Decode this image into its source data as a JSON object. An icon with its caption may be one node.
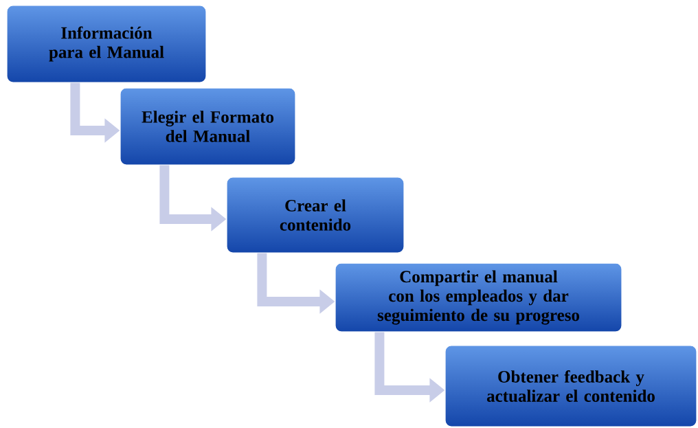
{
  "diagram": {
    "nodes": [
      {
        "text": [
          "Información para el Manual"
        ]
      },
      {
        "text": [
          "Elegir el Formato del Manual"
        ]
      },
      {
        "text": [
          "Crear el contenido"
        ]
      },
      {
        "text": [
          "Compartir el manual con los empleados y dar seguimiento de su progreso"
        ]
      },
      {
        "text": [
          "Obtener feedback y actualizar el contenido"
        ]
      }
    ],
    "edges": [
      {
        "from": 0,
        "to": 1,
        "arrow": "to"
      },
      {
        "from": 1,
        "to": 2,
        "arrow": "to"
      },
      {
        "from": 2,
        "to": 3,
        "arrow": "to"
      },
      {
        "from": 3,
        "to": 4,
        "arrow": "to"
      }
    ]
  }
}
